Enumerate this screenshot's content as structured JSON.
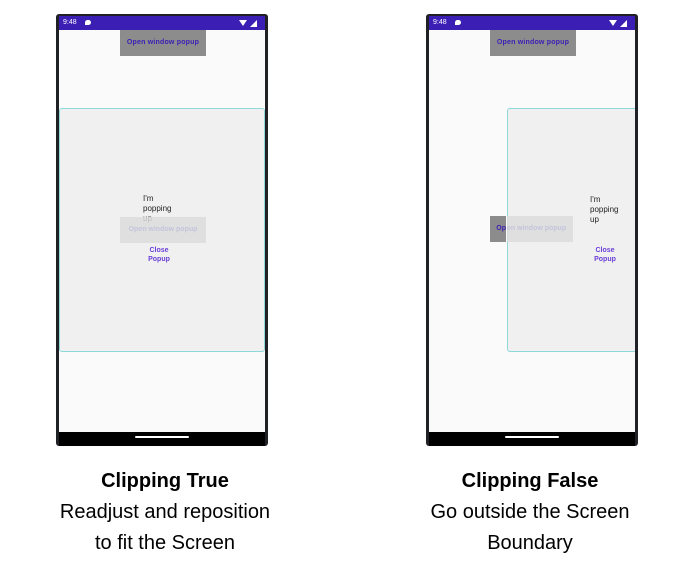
{
  "status_bar": {
    "time": "9:48"
  },
  "left_phone": {
    "open_button_label": "Open window popup",
    "popup_text": "I'm popping up",
    "ghost_button_label": "Open window popup",
    "close_button_label": "Close Popup"
  },
  "right_phone": {
    "open_button_label": "Open window popup",
    "popup_text": "I'm popping up",
    "ghost_strip_label": "Op",
    "ghost_button_label": "en window popup",
    "close_button_label": "Close Popup"
  },
  "captions": {
    "left_title": "Clipping True",
    "left_desc": "Readjust and reposition\nto fit the Screen",
    "right_title": "Clipping False",
    "right_desc": "Go outside the Screen\nBoundary"
  },
  "colors": {
    "status_bar": "#3b1fb5",
    "button_gray": "#8c8c8c",
    "accent_purple": "#6a3fd8",
    "popup_border": "#8fd8d8"
  },
  "icons": [
    "message-icon",
    "wifi-icon",
    "battery-icon"
  ]
}
